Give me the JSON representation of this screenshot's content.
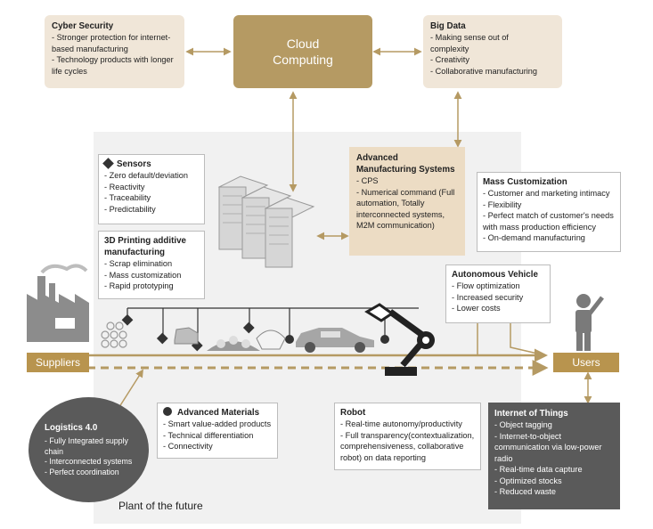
{
  "cloud": {
    "label": "Cloud Computing"
  },
  "cyber": {
    "title": "Cyber Security",
    "items": [
      "Stronger protection for internet-based manufacturing",
      "Technology products with longer life cycles"
    ]
  },
  "bigdata": {
    "title": "Big Data",
    "items": [
      "Making sense out of complexity",
      "Creativity",
      "Collaborative manufacturing"
    ]
  },
  "sensors": {
    "title": "Sensors",
    "items": [
      "Zero default/deviation",
      "Reactivity",
      "Traceability",
      "Predictability"
    ]
  },
  "printing": {
    "title": "3D Printing additive manufacturing",
    "items": [
      "Scrap elimination",
      "Mass customization",
      "Rapid prototyping"
    ]
  },
  "ams": {
    "title": "Advanced Manufacturing Systems",
    "items": [
      "CPS",
      "Numerical command (Full automation, Totally interconnected systems, M2M communication)"
    ]
  },
  "mass": {
    "title": "Mass Customization",
    "items": [
      "Customer and marketing intimacy",
      "Flexibility",
      "Perfect match of customer's needs with mass production efficiency",
      "On-demand manufacturing"
    ]
  },
  "av": {
    "title": "Autonomous Vehicle",
    "items": [
      "Flow optimization",
      "Increased security",
      "Lower costs"
    ]
  },
  "suppliers": {
    "label": "Suppliers"
  },
  "users": {
    "label": "Users"
  },
  "logistics": {
    "title": "Logistics 4.0",
    "items": [
      "Fully Integrated supply chain",
      "Interconnected systems",
      "Perfect coordination"
    ]
  },
  "materials": {
    "title": "Advanced Materials",
    "items": [
      "Smart value-added products",
      "Technical differentiation",
      "Connectivity"
    ]
  },
  "robot": {
    "title": "Robot",
    "items": [
      "Real-time autonomy/productivity",
      "Full transparency(contextualization, comprehensiveness, collaborative robot) on data reporting"
    ]
  },
  "iot": {
    "title": "Internet of Things",
    "items": [
      "Object tagging",
      "Internet-to-object communication via low-power radio",
      "Real-time data capture",
      "Optimized stocks",
      "Reduced waste"
    ]
  },
  "plant": {
    "label": "Plant of the future"
  },
  "colors": {
    "gold": "#b59a63",
    "beige": "#f0e6d8",
    "dark": "#5a5a5a",
    "tan": "#ecdcc4"
  }
}
